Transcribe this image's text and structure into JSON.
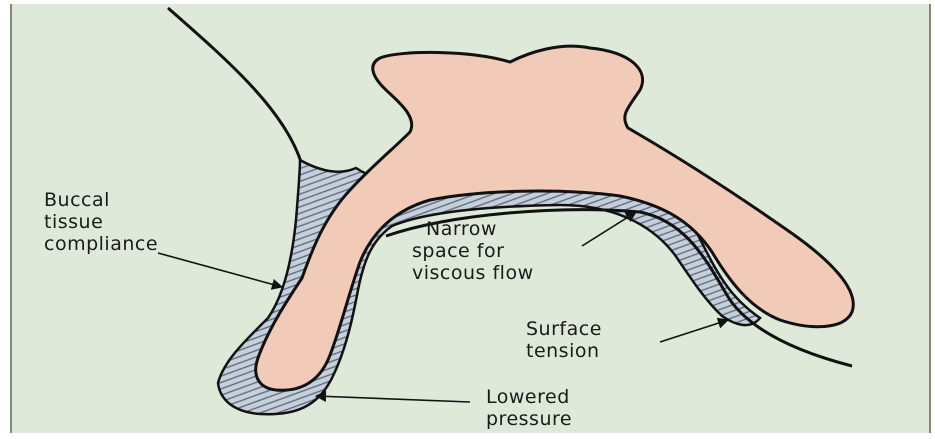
{
  "diagram": {
    "labels": {
      "buccal": [
        "Buccal",
        "tissue",
        "compliance"
      ],
      "narrow": [
        "Narrow",
        "space for",
        "viscous flow"
      ],
      "surface": [
        "Surface",
        "tension"
      ],
      "lowered": [
        "Lowered",
        "pressure"
      ]
    },
    "colors": {
      "background": "#dfe9da",
      "denture": "#f2cbb8",
      "film": "#b8c4d2",
      "outline": "#111111"
    }
  }
}
